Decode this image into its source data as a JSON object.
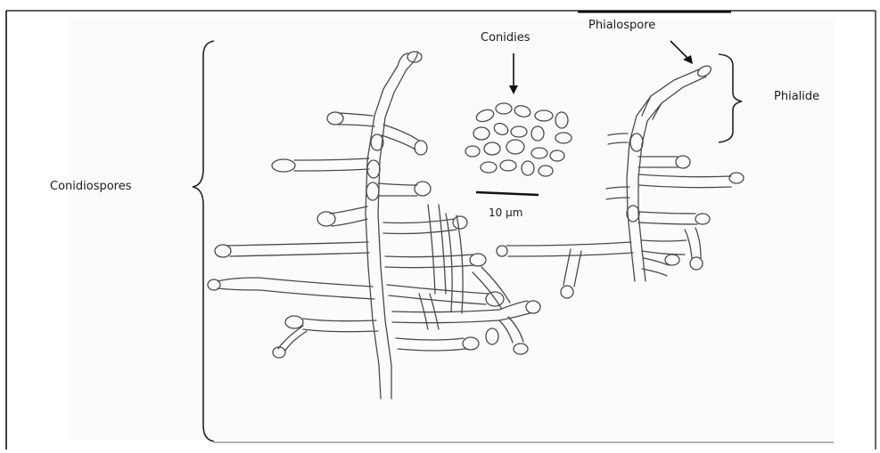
{
  "labels": {
    "conidiospores": "Conidiospores",
    "conidies": "Conidies",
    "phialospore": "Phialospore",
    "phialide": "Phialide",
    "scale_bar": "10 µm"
  },
  "colors": {
    "line": "#4a4a4a",
    "border": "#000000",
    "background": "#ffffff",
    "paper_tint": "#f6f6f6"
  }
}
